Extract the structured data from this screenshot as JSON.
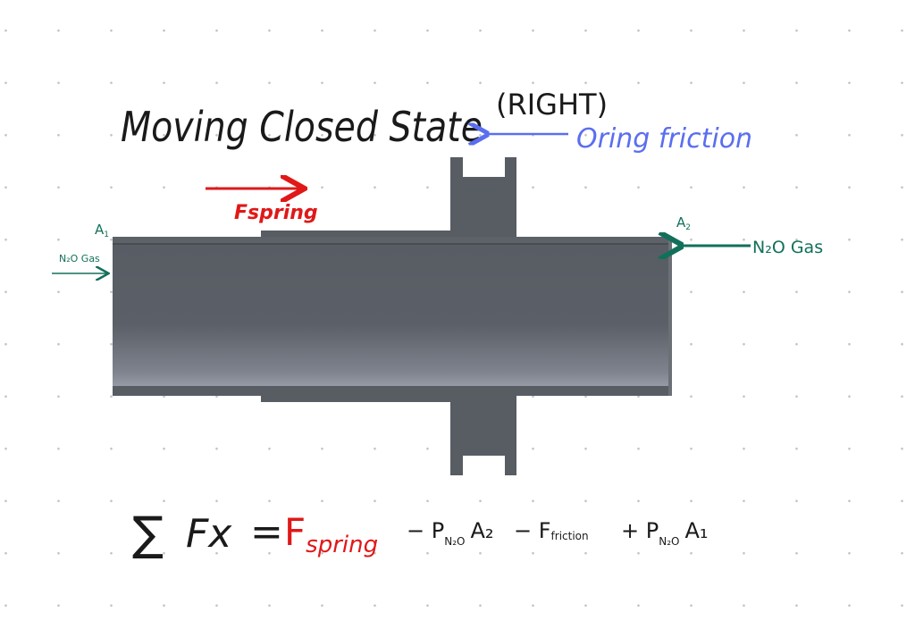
{
  "title": "Moving Closed State",
  "title_suffix": "(RIGHT)",
  "labels": {
    "oring_friction": "Oring friction",
    "fspring": "Fspring",
    "a1": "A",
    "a1_sub": "1",
    "a2": "A",
    "a2_sub": "2",
    "n2o_gas_left": "N₂O Gas",
    "n2o_gas_right": "N₂O Gas"
  },
  "equation": {
    "sum": "∑",
    "fx": "Fx",
    "equals": "=",
    "fspring_F": "F",
    "fspring_sub": "spring",
    "term2": "− P",
    "term2_sub": "N₂O",
    "term2_area": "A₂",
    "term3": "− F",
    "term3_sub": "friction",
    "term4": "+ P",
    "term4_sub": "N₂O",
    "term4_area": "A₁"
  },
  "colors": {
    "ink": "#1a1a1a",
    "red": "#e01818",
    "blue": "#5a6ef0",
    "green": "#12705a",
    "metal": "#585c63"
  }
}
